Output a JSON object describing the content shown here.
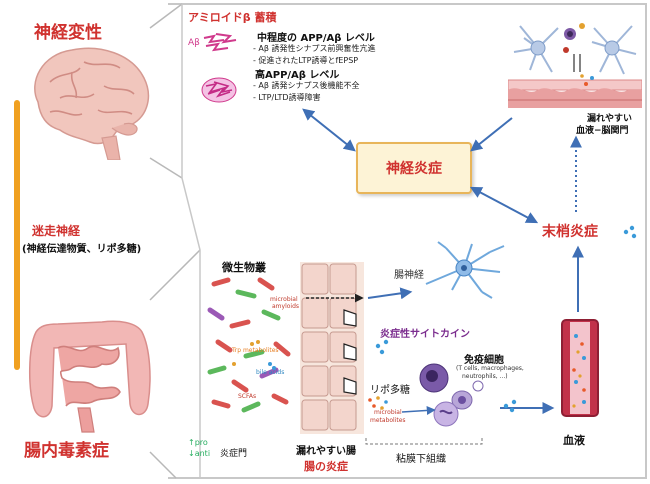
{
  "left": {
    "top_label": "神経変性",
    "vagus_label": "迷走神経",
    "vagus_sub": "(神経伝達物質、リポ多糖)",
    "bottom_label": "腸内毒素症"
  },
  "amyloid": {
    "title": "アミロイドβ 蓄積",
    "abeta_tag": "Aβ",
    "moderate_title": "中程度の APP/Aβ レベル",
    "moderate_items": [
      "- Aβ 誘発性シナプス前興奮性亢進",
      "- 促進されたLTP誘導とfEPSP"
    ],
    "high_title": "高APP/Aβ レベル",
    "high_items": [
      "- Aβ 誘発シナプス後機能不全",
      "- LTP/LTD誘導障害"
    ]
  },
  "neuro_inflammation": "神経炎症",
  "bbb_label": [
    "漏れやすい",
    "血液−脳関門"
  ],
  "peripheral_inflammation": "末梢炎症",
  "gut": {
    "microbiota": "微生物叢",
    "microbial_amyloids": [
      "microbial",
      "amyloids"
    ],
    "trp_metabolites": "Trp metabolites",
    "bile_acids": "bile acids",
    "scfas": "SCFAs",
    "pro_label": "↑pro",
    "anti_label": "↓anti",
    "gate_label": "炎症門",
    "leaky_gut": "漏れやすい腸",
    "gut_inflammation": "腸の炎症",
    "enteric_nerve": "腸神経",
    "cytokines": "炎症性サイトカイン",
    "immune_cells": "免疫細胞",
    "immune_sub": [
      "(T cells, macrophages,",
      "neutrophils, ...)"
    ],
    "lps": "リポ多糖",
    "microbial_metabolites": [
      "microbial",
      "metabolites"
    ],
    "submucosa": "粘膜下組織",
    "blood": "血液"
  },
  "colors": {
    "accent_red": "#d0322f",
    "arrow_blue": "#3f6fb5",
    "frame_grey": "#b8b8b8",
    "box_fill": "#fdf3d6",
    "box_border": "#e8b55a"
  }
}
